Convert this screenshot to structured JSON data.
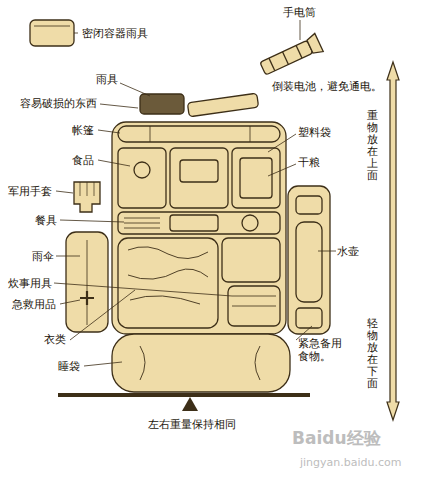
{
  "diagram": {
    "labels": [
      "密闭容器雨具",
      "手电筒",
      "倒装电池，避免通电。",
      "雨具",
      "容易破损的东西",
      "帐篷",
      "食品",
      "军用手套",
      "餐具",
      "雨伞",
      "炊事用具",
      "急救用品",
      "衣类",
      "睡袋",
      "塑料袋",
      "干粮",
      "水壶",
      "紧急备用食物。",
      "重物放在上面",
      "轻物放在下面",
      "左右重量保持相同",
      "Baidu经验",
      "jingyan.baidu.com"
    ]
  }
}
